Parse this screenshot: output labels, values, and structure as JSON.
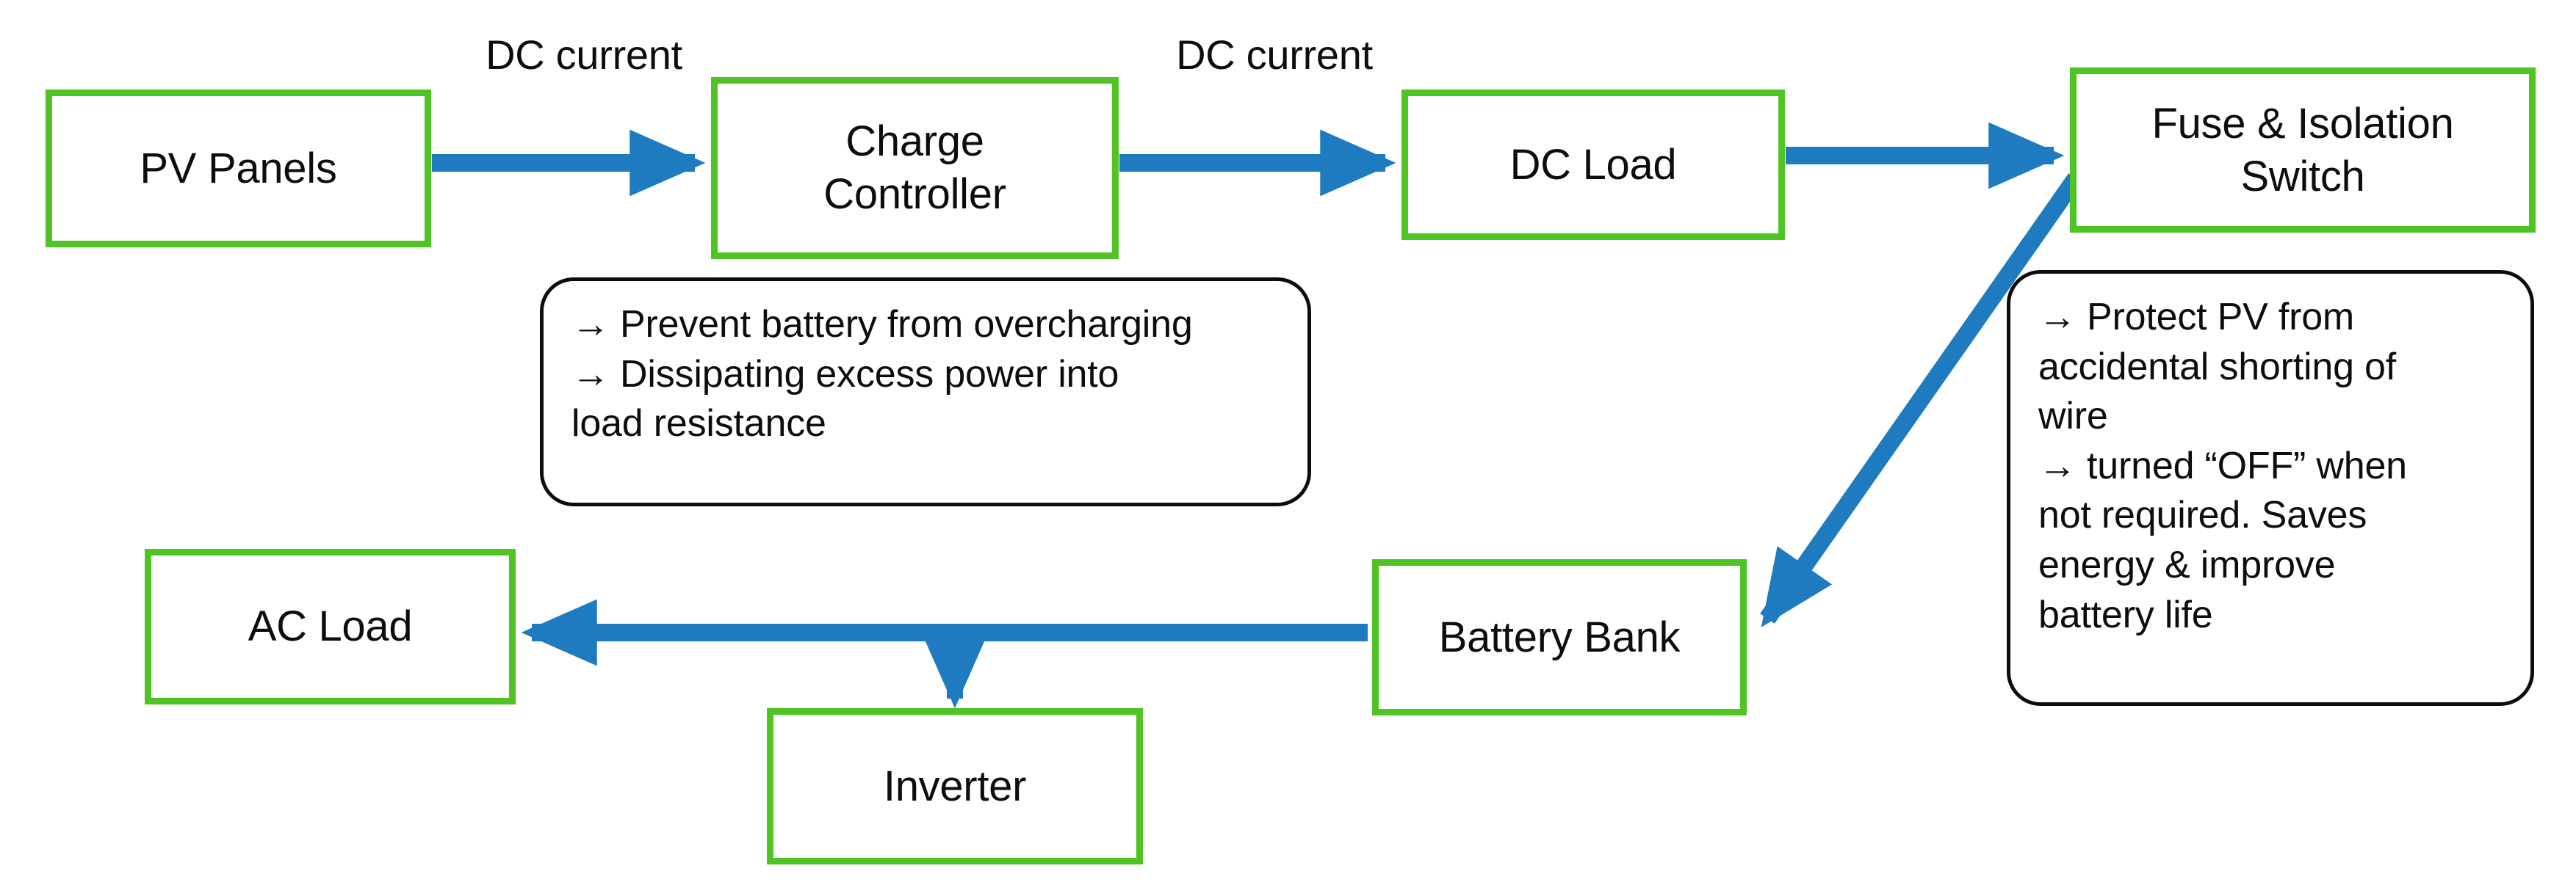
{
  "diagram": {
    "title": "Solar PV system block diagram",
    "colors": {
      "node_border": "#4FC424",
      "node_fill": "#FFFFFF",
      "arrow": "#1F7BBF",
      "callout_border": "#0C0C0C",
      "text": "#0D0D0D",
      "background": "#FFFFFF"
    },
    "nodes": [
      {
        "id": "pv_panels",
        "label": "PV Panels"
      },
      {
        "id": "charge_controller",
        "label": "Charge\nController",
        "line1": "Charge",
        "line2": "Controller"
      },
      {
        "id": "dc_load",
        "label": "DC Load"
      },
      {
        "id": "fuse_switch",
        "label": "Fuse & Isolation\nSwitch",
        "line1": "Fuse & Isolation",
        "line2": "Switch"
      },
      {
        "id": "ac_load",
        "label": "AC Load"
      },
      {
        "id": "battery_bank",
        "label": "Battery Bank"
      },
      {
        "id": "inverter",
        "label": "Inverter"
      }
    ],
    "edge_labels": [
      {
        "id": "dc_current_1",
        "line1": "DC",
        "line2": "current"
      },
      {
        "id": "dc_current_2",
        "line1": "DC",
        "line2": "current"
      }
    ],
    "edges": [
      {
        "from": "pv_panels",
        "to": "charge_controller",
        "label": "DC current",
        "direction": "right"
      },
      {
        "from": "charge_controller",
        "to": "dc_load",
        "label": "DC current",
        "direction": "right"
      },
      {
        "from": "dc_load",
        "to": "fuse_switch",
        "label": "",
        "direction": "right"
      },
      {
        "from": "fuse_switch",
        "to": "battery_bank",
        "label": "",
        "direction": "diagonal-down-left"
      },
      {
        "from": "battery_bank",
        "to": "ac_load",
        "label": "",
        "direction": "left"
      },
      {
        "from": "battery_bank",
        "to": "inverter",
        "label": "",
        "direction": "down"
      }
    ],
    "callouts": [
      {
        "id": "charge_controller_notes",
        "attached_to": "charge_controller",
        "lines": [
          "→ Prevent battery from overcharging",
          "→ Dissipating excess power into",
          "load resistance"
        ]
      },
      {
        "id": "fuse_switch_notes",
        "attached_to": "fuse_switch",
        "lines": [
          "→ Protect PV from",
          "accidental shorting of",
          "wire",
          "→ turned “OFF” when",
          "not required. Saves",
          "energy & improve",
          "battery life"
        ]
      }
    ]
  }
}
